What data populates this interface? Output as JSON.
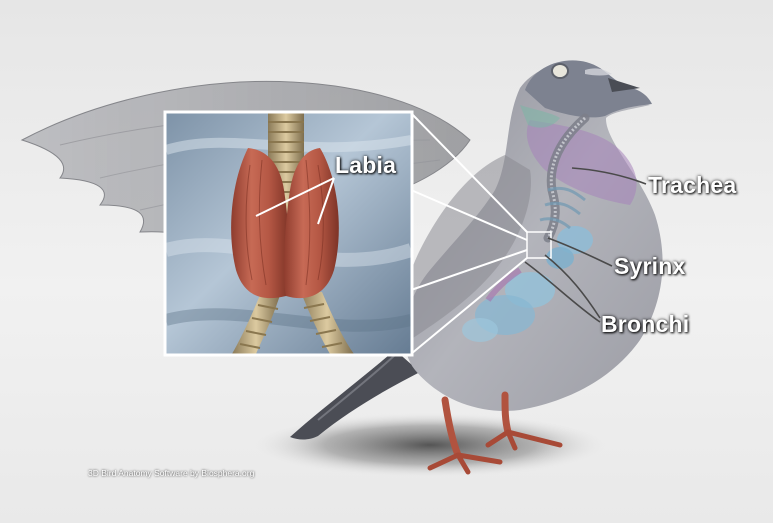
{
  "labels": {
    "labia": "Labia",
    "trachea": "Trachea",
    "syrinx": "Syrinx",
    "bronchi": "Bronchi"
  },
  "credit": "3D Bird Anatomy Software by Biosphera.org",
  "colors": {
    "background_top": "#ebebeb",
    "body_gray": "#a9a9b0",
    "head_slate": "#7d8290",
    "iridescent_purple": "#a583b9",
    "lung_blue": "#8fbcd6",
    "muscle_red": "#b65a48",
    "trachea_tan": "#c9b384",
    "feet_red": "#b1533f",
    "inset_border": "#ffffff"
  }
}
